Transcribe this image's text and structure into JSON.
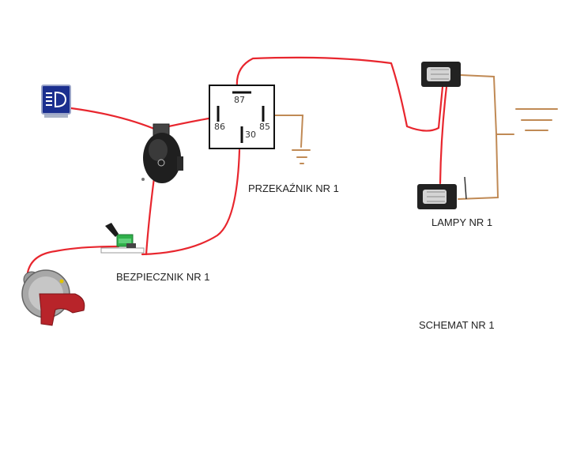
{
  "labels": {
    "relay": "PRZEKAŹNIK NR 1",
    "fuse": "BEZPIECZNIK NR 1",
    "lamps": "LAMPY NR 1",
    "schema": "SCHEMAT NR 1"
  },
  "relay_pins": {
    "p87": "87",
    "p86": "86",
    "p85": "85",
    "p30": "30"
  },
  "colors": {
    "wire_positive": "#e8262e",
    "wire_ground": "#c08a55",
    "relay_border": "#111111",
    "headlight_badge": "#1b2f8f",
    "switch_knob": "#b8242a"
  },
  "icons": {
    "headlight": "headlight-indicator-icon",
    "switch": "rotary-light-switch-icon",
    "fuse": "blade-fuse-icon",
    "main_switch": "battery-disconnect-switch-icon",
    "lamp": "work-lamp-icon",
    "ground": "ground-symbol-icon"
  }
}
